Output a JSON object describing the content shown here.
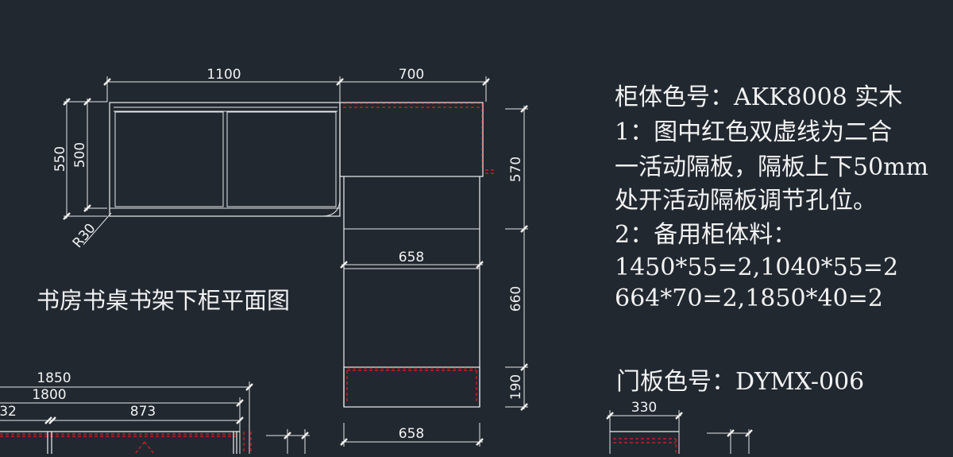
{
  "drawing": {
    "title": "书房书桌书架下柜平面图",
    "dims": {
      "top_left_width": "1100",
      "top_right_width": "700",
      "left_outer_depth": "550",
      "left_inner_depth": "500",
      "corner_radius": "R30",
      "right_seg1": "570",
      "mid_width": "658",
      "right_seg2": "660",
      "right_seg3": "190",
      "bottom_width": "658",
      "lower_total": "1850",
      "lower_inner": "1800",
      "lower_left": "32",
      "lower_right": "873",
      "side_view_width": "330"
    },
    "notes": [
      "柜体色号：AKK8008 实木",
      "1：图中红色双虚线为二合",
      "一活动隔板，隔板上下50mm",
      "处开活动隔板调节孔位。",
      "2：备用柜体料：",
      "1450*55=2,1040*55=2",
      "664*70=2,1850*40=2"
    ],
    "door_color": "门板色号：DYMX-006"
  },
  "colors": {
    "background": "#212830",
    "line": "#f0f0f0",
    "hidden_line": "#e02020"
  }
}
